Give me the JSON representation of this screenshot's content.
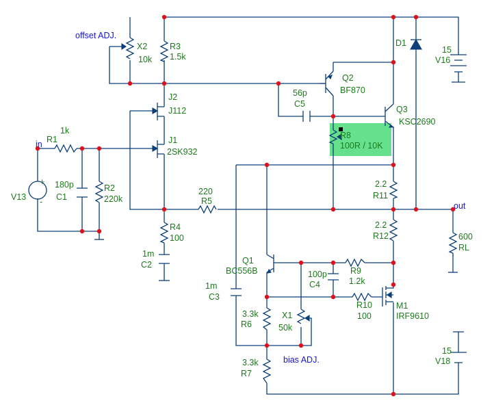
{
  "components": {
    "X2": {
      "ref": "X2",
      "value": "10k"
    },
    "R3": {
      "ref": "R3",
      "value": "1.5k"
    },
    "J2": {
      "ref": "J2",
      "value": "J112"
    },
    "J1": {
      "ref": "J1",
      "value": "2SK932"
    },
    "R1": {
      "ref": "R1",
      "value": "1k"
    },
    "C1": {
      "ref": "C1",
      "value": "180p"
    },
    "R2": {
      "ref": "R2",
      "value": "220k"
    },
    "V13": {
      "ref": "V13"
    },
    "R4": {
      "ref": "R4",
      "value": "100"
    },
    "C2": {
      "ref": "C2",
      "value": "1m"
    },
    "R5": {
      "ref": "R5",
      "value": "220"
    },
    "C5": {
      "ref": "C5",
      "value": "56p"
    },
    "Q2": {
      "ref": "Q2",
      "value": "BF870"
    },
    "Q3": {
      "ref": "Q3",
      "value": "KSC2690"
    },
    "R8": {
      "ref": "R8",
      "value": "100R / 10K"
    },
    "D1": {
      "ref": "D1"
    },
    "V16": {
      "ref": "V16",
      "value": "15"
    },
    "R11": {
      "ref": "R11",
      "value": "2.2"
    },
    "R12": {
      "ref": "R12",
      "value": "2.2"
    },
    "RL": {
      "ref": "RL",
      "value": "600"
    },
    "Q1": {
      "ref": "Q1",
      "value": "BC556B"
    },
    "C3": {
      "ref": "C3",
      "value": "1m"
    },
    "C4": {
      "ref": "C4",
      "value": "100p"
    },
    "R9": {
      "ref": "R9",
      "value": "1.2k"
    },
    "R10": {
      "ref": "R10",
      "value": "100"
    },
    "M1": {
      "ref": "M1",
      "value": "IRF9610"
    },
    "R6": {
      "ref": "R6",
      "value": "3.3k"
    },
    "X1": {
      "ref": "X1",
      "value": "50k"
    },
    "R7": {
      "ref": "R7",
      "value": "3.3k"
    },
    "V18": {
      "ref": "V18",
      "value": "15"
    }
  },
  "nets": {
    "in": "in",
    "out": "out"
  },
  "annotations": {
    "offset": "offset ADJ.",
    "bias": "bias ADJ."
  },
  "source_marks": {
    "plus": "+",
    "minus": "-"
  },
  "colors": {
    "wire": "#0a3f7a",
    "label": "#1c7a1c",
    "annotation": "#1414d8",
    "node": "#e0101a",
    "highlight": "#66e08c"
  }
}
